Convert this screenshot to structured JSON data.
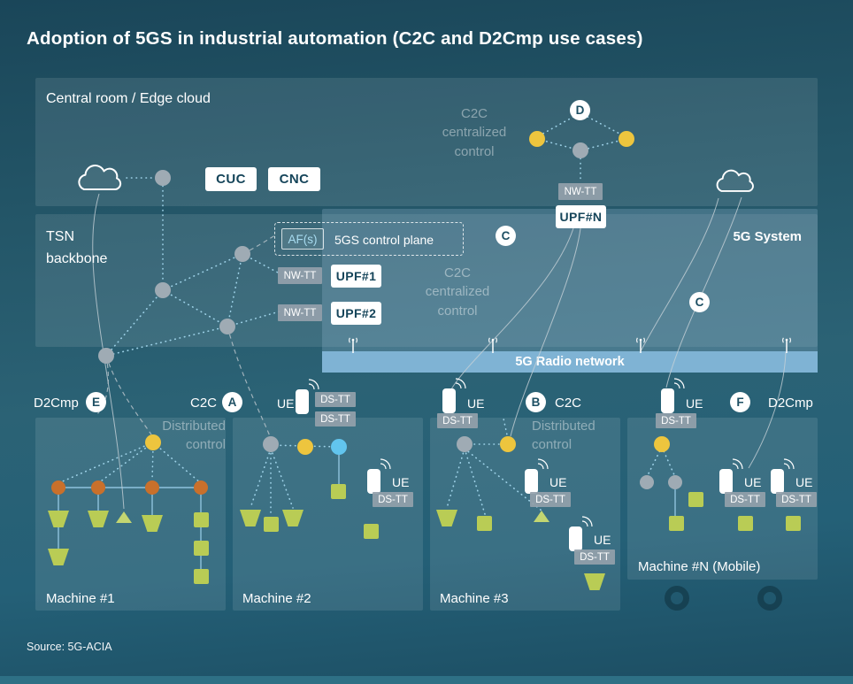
{
  "title": "Adoption of 5GS in industrial automation (C2C and D2Cmp use cases)",
  "source": "Source: 5G-ACIA",
  "panels": {
    "central_room": "Central room / Edge cloud",
    "tsn_backbone": "TSN backbone",
    "system_5g": "5G System",
    "radio_network": "5G Radio network"
  },
  "labels": {
    "cuc": "CUC",
    "cnc": "CNC",
    "afs": "AF(s)",
    "control_plane": "5GS control plane",
    "upf1": "UPF#1",
    "upf2": "UPF#2",
    "upfn": "UPF#N",
    "nw_tt": "NW-TT",
    "ds_tt": "DS-TT",
    "ue": "UE"
  },
  "annotations": {
    "c2c_centralized_top": "C2C centralized control",
    "c2c_centralized_mid": "C2C centralized control",
    "distributed_m2": "Distributed control",
    "distributed_m3": "Distributed control"
  },
  "badges": {
    "a": "A",
    "b": "B",
    "c_mid": "C",
    "c_right": "C",
    "d": "D",
    "e": "E",
    "f": "F"
  },
  "machines": {
    "m1": {
      "name": "Machine #1",
      "tag": "D2Cmp"
    },
    "m2": {
      "name": "Machine #2",
      "tag": "C2C"
    },
    "m3": {
      "name": "Machine #3",
      "tag": "C2C"
    },
    "mn": {
      "name": "Machine #N (Mobile)",
      "tag": "D2Cmp"
    }
  },
  "colors": {
    "background_top": "#1a4659",
    "background_mid": "#2b6275",
    "radio_bar": "#7fb3d4",
    "node_gray": "#9fabb4",
    "node_yellow": "#edc53e",
    "node_orange": "#c9702b",
    "node_blue": "#62c5ee",
    "device_green": "#b9cc55",
    "tag_gray": "#93a1ab",
    "box_text": "#16455a"
  }
}
